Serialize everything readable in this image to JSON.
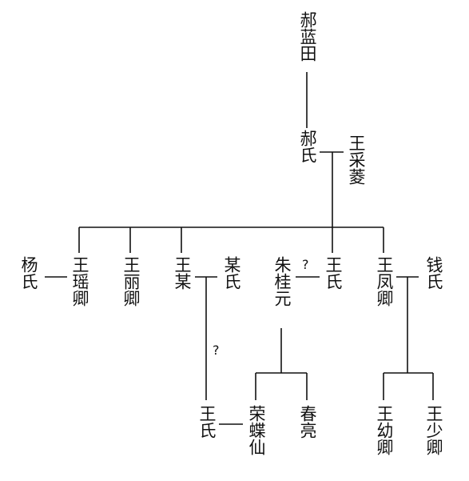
{
  "people": {
    "hao_lantian": "郝蓝田",
    "hao_shi": "郝氏",
    "wang_cailing": "王采菱",
    "yang_shi": "杨氏",
    "wang_yaoqing": "王瑶卿",
    "wang_liqing": "王丽卿",
    "wang_mou": "王某",
    "mou_shi": "某氏",
    "zhu_guiyuan": "朱桂元",
    "wang_shi_daughter": "王氏",
    "wang_fengqing": "王凤卿",
    "qian_shi": "钱氏",
    "wang_shi_grand": "王氏",
    "rong_diexian": "荣蝶仙",
    "chun_liang": "春亮",
    "wang_youqing": "王幼卿",
    "wang_shaoqing": "王少卿"
  },
  "uncertain_mark": "?"
}
